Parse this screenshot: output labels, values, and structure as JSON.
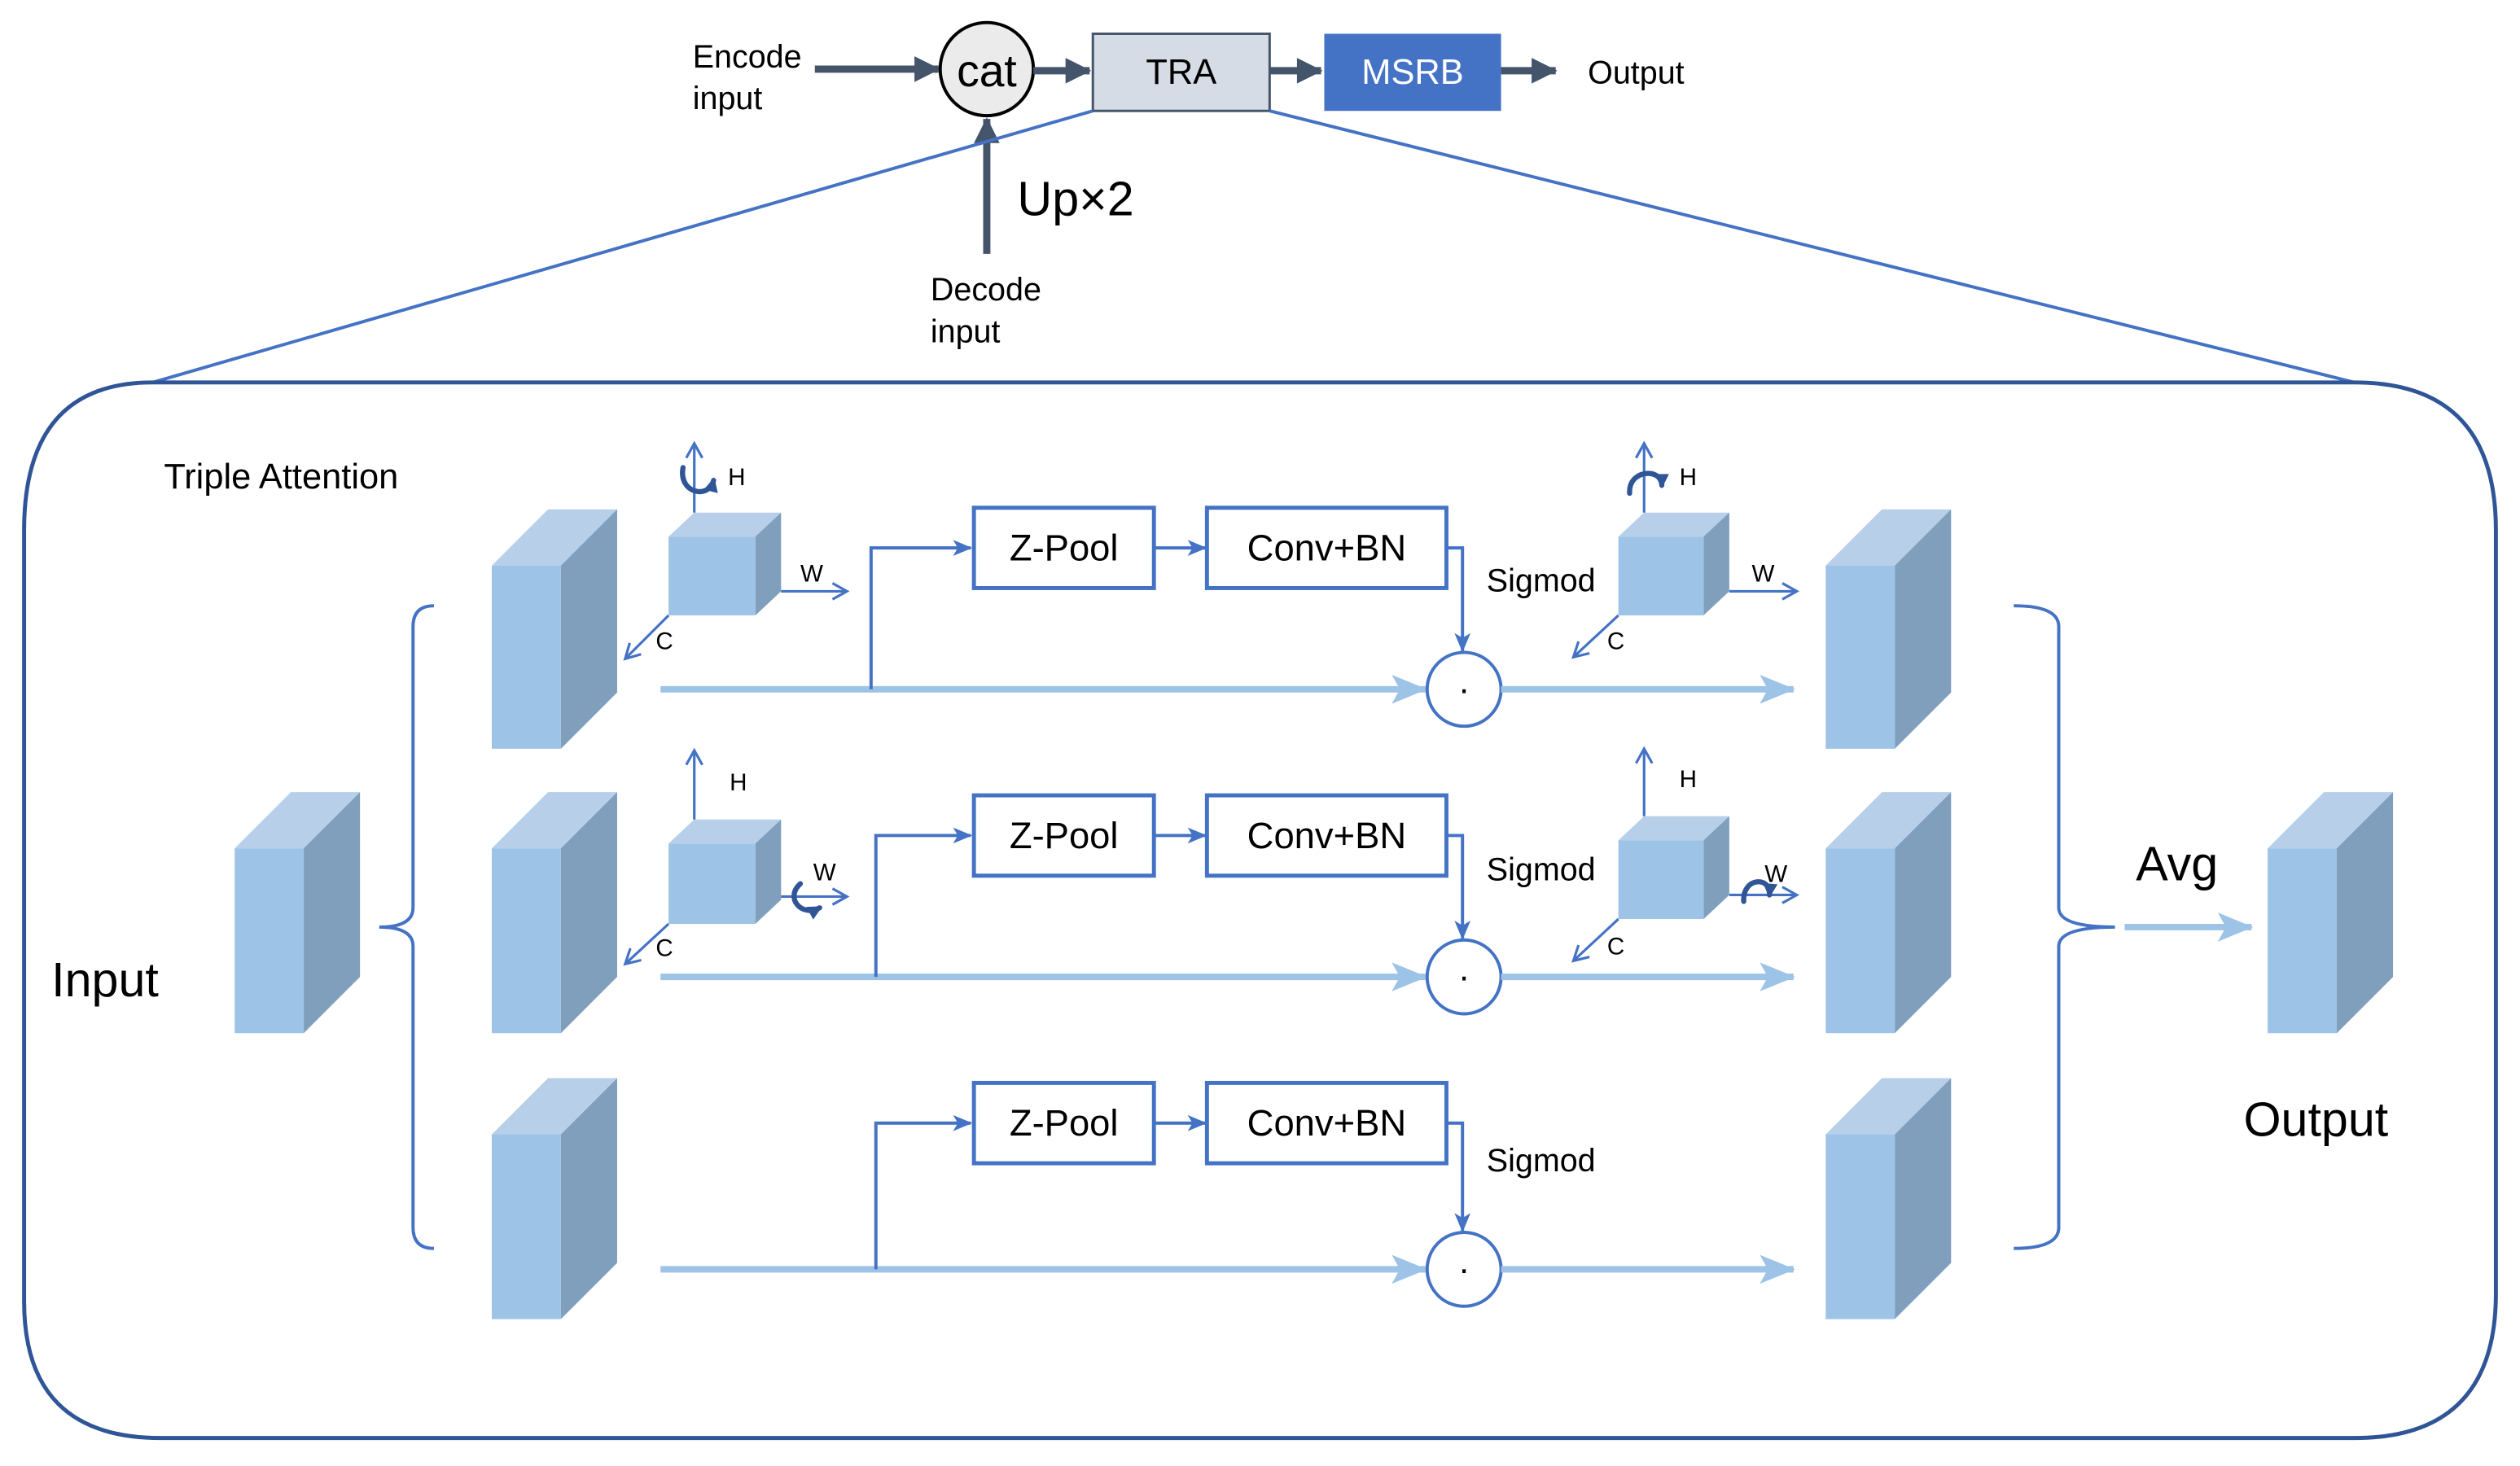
{
  "pipeline": {
    "encode_input": [
      "Encode",
      "input"
    ],
    "concat": "cat",
    "tra": "TRA",
    "msrb": "MSRB",
    "output": "Output",
    "upsample": "Up×2",
    "decode_input": [
      "Decode",
      "input"
    ]
  },
  "triple_attention": {
    "title": "Triple Attention",
    "input_label": "Input",
    "output_label": "Output",
    "aggregate": "Avg",
    "branches": [
      {
        "zpool": "Z-Pool",
        "conv": "Conv+BN",
        "activation": "Sigmod",
        "operator": "·",
        "input_axes": {
          "h": "H",
          "w": "W",
          "c": "C"
        },
        "output_axes": {
          "h": "H",
          "w": "W",
          "c": "C"
        }
      },
      {
        "zpool": "Z-Pool",
        "conv": "Conv+BN",
        "activation": "Sigmod",
        "operator": "·",
        "input_axes": {
          "h": "H",
          "w": "W",
          "c": "C"
        },
        "output_axes": {
          "h": "H",
          "w": "W",
          "c": "C"
        }
      },
      {
        "zpool": "Z-Pool",
        "conv": "Conv+BN",
        "activation": "Sigmod",
        "operator": "·"
      }
    ]
  },
  "colors": {
    "accent": "#4472c4",
    "arrow_dark": "#44546a",
    "frame": "#2f5597",
    "flow": "#9dc3e6",
    "cube_front": "#9dc3e6",
    "cube_side": "#7f9fbd",
    "cube_top": "#b7cfe8",
    "tra_fill": "#d6dce5",
    "cat_fill": "#ebebeb",
    "msrb_text": "#ffffff"
  }
}
